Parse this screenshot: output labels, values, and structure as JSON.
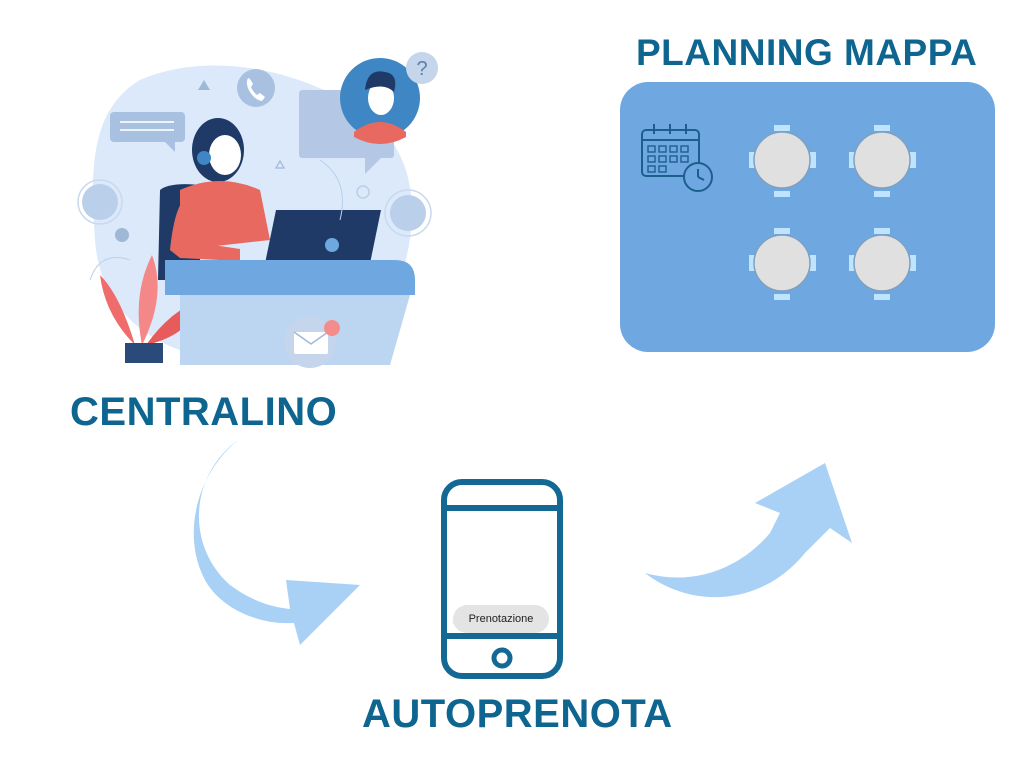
{
  "labels": {
    "centralino": "CENTRALINO",
    "autoprenota": "AUTOPRENOTA",
    "planning": "PLANNING MAPPA"
  },
  "phone": {
    "bubble_text": "Prenotazione"
  },
  "icons": {
    "call_center": "call-center-operator-icon",
    "phone": "smartphone-icon",
    "calendar": "calendar-clock-icon",
    "table": "round-table-icon",
    "arrow": "curved-arrow-icon"
  },
  "colors": {
    "label": "#0e6590",
    "map_background": "#6fa8e0",
    "arrow": "#a8d1f5",
    "phone_outline": "#136994",
    "table": "#e0e0e0"
  }
}
